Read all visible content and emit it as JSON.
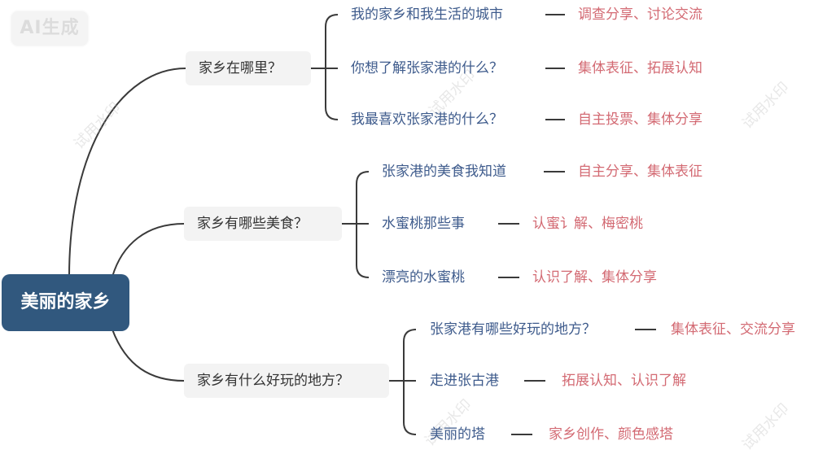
{
  "badge": "AI生成",
  "root": "美丽的家乡",
  "branches": [
    {
      "label": "家乡在哪里？",
      "items": [
        {
          "topic": "我的家乡和我生活的城市",
          "activity": "调查分享、讨论交流"
        },
        {
          "topic": "你想了解张家港的什么？",
          "activity": "集体表征、拓展认知"
        },
        {
          "topic": "我最喜欢张家港的什么？",
          "activity": "自主投票、集体分享"
        }
      ]
    },
    {
      "label": "家乡有哪些美食？",
      "items": [
        {
          "topic": "张家港的美食我知道",
          "activity": "自主分享、集体表征"
        },
        {
          "topic": "水蜜桃那些事",
          "activity": "认蜜讠解、梅密桃"
        },
        {
          "topic": "漂亮的水蜜桃",
          "activity": "认识了解、集体分享"
        }
      ]
    },
    {
      "label": "家乡有什么好玩的地方？",
      "items": [
        {
          "topic": "张家港有哪些好玩的地方？",
          "activity": "集体表征、交流分享"
        },
        {
          "topic": "走进张古港",
          "activity": "拓展认知、认识了解"
        },
        {
          "topic": "美丽的塔",
          "activity": "家乡创作、颜色感塔"
        }
      ]
    }
  ],
  "watermark": "试用水印",
  "colors": {
    "root_bg": "#31587e",
    "branch_bg": "#f3f3f3",
    "topic_text": "#3e5b8c",
    "activity_text": "#d36a73",
    "connector": "#3a3a3a"
  }
}
